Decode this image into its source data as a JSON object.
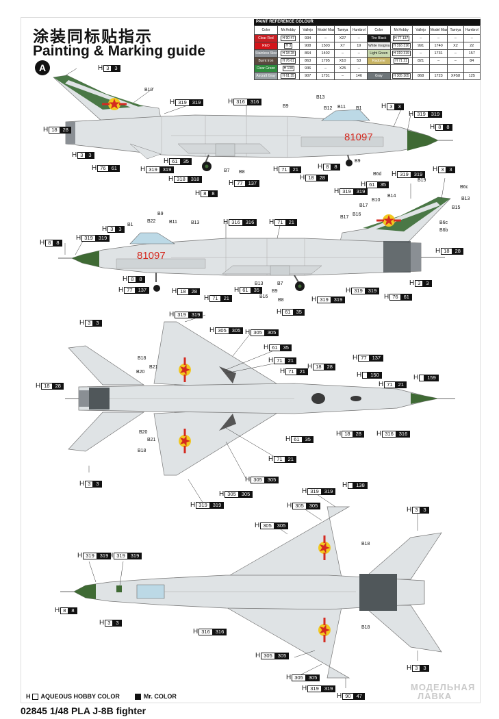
{
  "header": {
    "title_zh": "涂装同标贴指示",
    "title_en": "Painting & Marking guide",
    "badge": "A"
  },
  "paint_ref": {
    "title": "PAINT REFERENCE COLOUR",
    "headers": [
      "Color",
      "Mr.Hobby",
      "Vallejo",
      "Model Master",
      "Tamiya",
      "Humbrol",
      "Color",
      "Mr.Hobby",
      "Vallejo",
      "Model Master",
      "Tamiya",
      "Humbrol"
    ],
    "left_rows": [
      {
        "name": "Clear Red",
        "color": "#c81e23",
        "code": "90 47",
        "v": "934",
        "mm": "–",
        "t": "X27",
        "hb": "–"
      },
      {
        "name": "RED",
        "color": "#d3141a",
        "code": "3",
        "v": "908",
        "mm": "1503",
        "t": "X7",
        "hb": "19"
      },
      {
        "name": "Stainless Steel",
        "color": "#8a8f94",
        "code": "18 28",
        "v": "864",
        "mm": "1402",
        "t": "–",
        "hb": "–"
      },
      {
        "name": "Burnt Iron",
        "color": "#5b4a3e",
        "code": "76 61",
        "v": "863",
        "mm": "1795",
        "t": "X10",
        "hb": "53"
      },
      {
        "name": "Clear Green",
        "color": "#2f8c3e",
        "code": "138",
        "v": "936",
        "mm": "–",
        "t": "X25",
        "hb": "–"
      },
      {
        "name": "Aircraft Gray",
        "color": "#9aa3a6",
        "code": "61 35",
        "v": "907",
        "mm": "1731",
        "t": "–",
        "hb": "146"
      }
    ],
    "right_rows": [
      {
        "name": "Tire Black",
        "color": "#1a1a1a",
        "code": "77 137",
        "v": "–",
        "mm": "–",
        "t": "–",
        "hb": "–"
      },
      {
        "name": "White Insignia",
        "color": "#f2f2f2",
        "text": "#111",
        "code": "316 316",
        "v": "991",
        "mm": "1740",
        "t": "X2",
        "hb": "22"
      },
      {
        "name": "Light Green",
        "color": "#c9d9b0",
        "text": "#111",
        "code": "319 319",
        "v": "–",
        "mm": "1731",
        "t": "–",
        "hb": "157"
      },
      {
        "name": "Radome",
        "color": "#c8b464",
        "code": "71 21",
        "v": "821",
        "mm": "–",
        "t": "–",
        "hb": "84"
      },
      {
        "name": "",
        "color": "#ffffff",
        "code": "",
        "v": "",
        "mm": "",
        "t": "",
        "hb": ""
      },
      {
        "name": "Gray",
        "color": "#6e7579",
        "code": "305 305",
        "v": "868",
        "mm": "1723",
        "t": "XF58",
        "hb": "125"
      }
    ]
  },
  "callouts": {
    "c1": {
      "h": "H",
      "a": "3",
      "b": "3"
    },
    "c2": {
      "h": "H",
      "a": "319",
      "b": "319"
    },
    "c3": {
      "h": "H",
      "a": "316",
      "b": "316"
    },
    "c4": {
      "h": "H",
      "a": "3",
      "b": "3"
    },
    "c5": {
      "h": "H",
      "a": "319",
      "b": "319"
    },
    "c6": {
      "h": "H",
      "a": "18",
      "b": "28"
    },
    "c7": {
      "h": "H",
      "a": "8",
      "b": "8"
    },
    "c8": {
      "h": "H",
      "a": "3",
      "b": "3"
    },
    "c9": {
      "h": "H",
      "a": "76",
      "b": "61"
    },
    "c10": {
      "h": "H",
      "a": "61",
      "b": "35"
    },
    "c11": {
      "h": "H",
      "a": "319",
      "b": "319"
    },
    "c12": {
      "h": "H",
      "a": "8",
      "b": "8"
    },
    "c13": {
      "h": "H",
      "a": "71",
      "b": "21"
    },
    "c14": {
      "h": "H",
      "a": "318",
      "b": "318"
    },
    "c15": {
      "h": "H",
      "a": "77",
      "b": "137"
    },
    "c16": {
      "h": "H",
      "a": "18",
      "b": "28"
    },
    "c17": {
      "h": "H",
      "a": "61",
      "b": "35"
    },
    "c18": {
      "h": "H",
      "a": "319",
      "b": "319"
    },
    "c19": {
      "h": "H",
      "a": "8",
      "b": "8"
    },
    "c20": {
      "h": "H",
      "a": "319",
      "b": "319"
    },
    "c21": {
      "h": "H",
      "a": "3",
      "b": "3"
    },
    "c22": {
      "h": "H",
      "a": "316",
      "b": "316"
    },
    "c23": {
      "h": "H",
      "a": "71",
      "b": "21"
    },
    "c24": {
      "h": "H",
      "a": "3",
      "b": "3"
    },
    "c25": {
      "h": "H",
      "a": "8",
      "b": "8"
    },
    "c26": {
      "h": "H",
      "a": "319",
      "b": "319"
    },
    "c27": {
      "h": "H",
      "a": "18",
      "b": "28"
    },
    "c28": {
      "h": "H",
      "a": "8",
      "b": "8"
    },
    "c29": {
      "h": "H",
      "a": "77",
      "b": "137"
    },
    "c30": {
      "h": "H",
      "a": "18",
      "b": "28"
    },
    "c31": {
      "h": "H",
      "a": "71",
      "b": "21"
    },
    "c32": {
      "h": "H",
      "a": "61",
      "b": "35"
    },
    "c33": {
      "h": "H",
      "a": "319",
      "b": "319"
    },
    "c34": {
      "h": "H",
      "a": "319",
      "b": "319"
    },
    "c35": {
      "h": "H",
      "a": "3",
      "b": "3"
    },
    "c36": {
      "h": "H",
      "a": "76",
      "b": "61"
    },
    "c37": {
      "h": "H",
      "a": "61",
      "b": "35"
    },
    "c38": {
      "h": "H",
      "a": "3",
      "b": "3"
    },
    "c39": {
      "h": "H",
      "a": "319",
      "b": "319"
    },
    "c40": {
      "h": "H",
      "a": "305",
      "b": "305"
    },
    "c41": {
      "h": "H",
      "a": "305",
      "b": "305"
    },
    "c42": {
      "h": "H",
      "a": "61",
      "b": "35"
    },
    "c43": {
      "h": "H",
      "a": "71",
      "b": "21"
    },
    "c44": {
      "h": "H",
      "a": "77",
      "b": "137"
    },
    "c45": {
      "h": "H",
      "a": "71",
      "b": "21"
    },
    "c46": {
      "h": "H",
      "a": "18",
      "b": "28"
    },
    "c47": {
      "h": "H",
      "a": "",
      "b": "150"
    },
    "c48": {
      "h": "H",
      "a": "",
      "b": "159"
    },
    "c49": {
      "h": "H",
      "a": "71",
      "b": "21"
    },
    "c50": {
      "h": "H",
      "a": "18",
      "b": "28"
    },
    "c51": {
      "h": "H",
      "a": "18",
      "b": "28"
    },
    "c52": {
      "h": "H",
      "a": "61",
      "b": "35"
    },
    "c53": {
      "h": "H",
      "a": "316",
      "b": "316"
    },
    "c54": {
      "h": "H",
      "a": "71",
      "b": "21"
    },
    "c55": {
      "h": "H",
      "a": "3",
      "b": "3"
    },
    "c56": {
      "h": "H",
      "a": "305",
      "b": "305"
    },
    "c57": {
      "h": "H",
      "a": "305",
      "b": "305"
    },
    "c58": {
      "h": "H",
      "a": "319",
      "b": "319"
    },
    "c59": {
      "h": "H",
      "a": "319",
      "b": "319"
    },
    "c60": {
      "h": "H",
      "a": "",
      "b": "138"
    },
    "c61": {
      "h": "H",
      "a": "305",
      "b": "305"
    },
    "c62": {
      "h": "H",
      "a": "3",
      "b": "3"
    },
    "c63": {
      "h": "H",
      "a": "305",
      "b": "305"
    },
    "c64": {
      "h": "H",
      "a": "319",
      "b": "319"
    },
    "c65": {
      "h": "H",
      "a": "319",
      "b": "319"
    },
    "c66": {
      "h": "H",
      "a": "8",
      "b": "8"
    },
    "c67": {
      "h": "H",
      "a": "3",
      "b": "3"
    },
    "c68": {
      "h": "H",
      "a": "316",
      "b": "316"
    },
    "c69": {
      "h": "H",
      "a": "305",
      "b": "305"
    },
    "c70": {
      "h": "H",
      "a": "305",
      "b": "305"
    },
    "c71": {
      "h": "H",
      "a": "3",
      "b": "3"
    },
    "c72": {
      "h": "H",
      "a": "319",
      "b": "319"
    },
    "c73": {
      "h": "H",
      "a": "90",
      "b": "47"
    }
  },
  "decals": {
    "B1": "B1",
    "B6c": "B6c",
    "B6b": "B6b",
    "B6d": "B6d",
    "B7": "B7",
    "B8": "B8",
    "B9": "B9",
    "B10": "B10",
    "B11": "B11",
    "B12": "B12",
    "B13": "B13",
    "B14": "B14",
    "B15": "B15",
    "B16": "B16",
    "B17": "B17",
    "B18": "B18",
    "B19": "B19",
    "B20": "B20",
    "B21": "B21",
    "B22": "B22"
  },
  "serial": "81097",
  "legend": {
    "aqueous": "AQUEOUS HOBBY COLOR",
    "mr": "Mr. COLOR"
  },
  "footer": "02845 1/48  PLA J-8B fighter",
  "watermark": {
    "line1": "МОДЕЛЬНАЯ",
    "line2": "ЛАВКА"
  },
  "colors": {
    "body": "#dfe3e5",
    "radome": "#3f6a34",
    "fin_band": "#3a6b34",
    "insignia_red": "#d42a20",
    "insignia_yellow": "#f2c81f",
    "dark_gray": "#50575a"
  }
}
